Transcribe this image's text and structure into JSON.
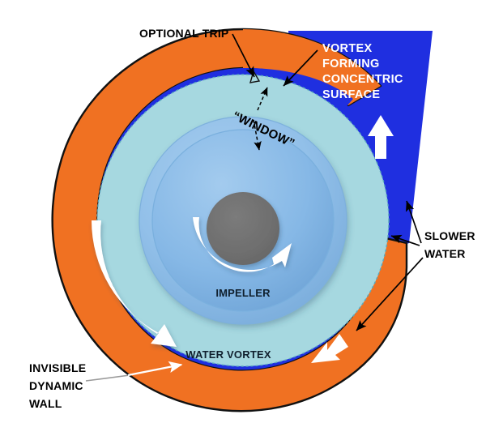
{
  "figure": {
    "title_alt": "Centrifugal pump vortex diagram",
    "background_color": "#ffffff"
  },
  "colors": {
    "outer_casing_orange": "#f07122",
    "fast_water_blue": "#1f2fe0",
    "vortex_teal": "#a6d8e0",
    "impeller_blue_outer": "#8cbce8",
    "impeller_blue_inner": "#7fb2e0",
    "hub_gray": "#6e6e6e",
    "outline_black": "#111111",
    "arrow_white": "#ffffff",
    "leader_gray": "#9a9a9a"
  },
  "labels": {
    "optional_trip": "OPTIONAL TRIP",
    "vortex_forming": [
      "VORTEX",
      "FORMING",
      "CONCENTRIC",
      "SURFACE"
    ],
    "window": "“WINDOW”",
    "slower_water": [
      "SLOWER",
      "WATER"
    ],
    "impeller": "IMPELLER",
    "water_vortex": "WATER VORTEX",
    "invisible_dynamic_wall": [
      "INVISIBLE",
      "DYNAMIC",
      "WALL"
    ]
  },
  "regions": [
    {
      "name": "outer-casing",
      "label": "",
      "color": "#f07122"
    },
    {
      "name": "fast-water-band",
      "label": "",
      "color": "#1f2fe0"
    },
    {
      "name": "water-vortex-annulus",
      "label": "WATER VORTEX",
      "color": "#a6d8e0"
    },
    {
      "name": "impeller-disc",
      "label": "IMPELLER",
      "color": "#8cbce8"
    },
    {
      "name": "hub",
      "label": "",
      "color": "#6e6e6e"
    },
    {
      "name": "discharge-outlet",
      "label": "",
      "color": "#1f2fe0"
    }
  ],
  "arrows": [
    {
      "name": "optional-trip-leader",
      "style": "solid-black",
      "points_to": "trip-notch"
    },
    {
      "name": "vortex-surface-leader",
      "style": "solid-black",
      "points_to": "concentric-surface"
    },
    {
      "name": "window-upper-leader",
      "style": "dashed-black",
      "points_to": "window-gap-top"
    },
    {
      "name": "window-lower-leader",
      "style": "dashed-black",
      "points_to": "impeller-edge"
    },
    {
      "name": "slower-water-leader-upper",
      "style": "solid-black",
      "points_to": "outlet-wedge"
    },
    {
      "name": "slower-water-leader-middle",
      "style": "solid-black",
      "points_to": "blue-band-right"
    },
    {
      "name": "slower-water-leader-lower",
      "style": "solid-black",
      "points_to": "blue-band-lower-right"
    },
    {
      "name": "invisible-dynamic-wall-leader",
      "style": "white-with-gray-tail",
      "points_to": "dashed-boundary"
    },
    {
      "name": "impeller-rotation-arrow",
      "style": "white-curved",
      "points_to": "hub-rotation"
    },
    {
      "name": "vortex-flow-arrow",
      "style": "white-curved",
      "points_to": "vortex-annulus-flow"
    },
    {
      "name": "outlet-flow-arrow",
      "style": "white-block",
      "points_to": "discharge-up"
    },
    {
      "name": "recirculation-arrow",
      "style": "white-block",
      "points_to": "blue-band-bottom"
    }
  ]
}
